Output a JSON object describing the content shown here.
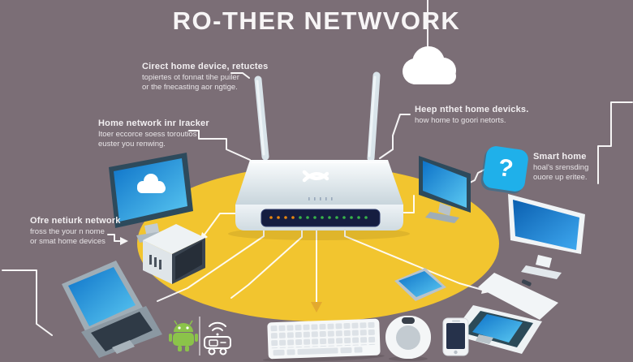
{
  "title": "RO-THER NETWVORK",
  "annotations": {
    "top_left": {
      "heading": "Cirect home device, retuctes",
      "line1": "topiertes ot fonnat tihe puiler",
      "line2": "or the fnecasting aor ngtige."
    },
    "mid_left": {
      "heading": "Home network inr Iracker",
      "line1": "Itoer eccorce soess toroutios",
      "line2": "euster you renwing."
    },
    "lower_left": {
      "heading": "Ofre netiurk network",
      "line1": "fross the your n nome",
      "line2": "or smat home devices"
    },
    "mid_right": {
      "heading": "Heep nthet home devicks.",
      "line1": "how home to goori netorts.",
      "line2": ""
    },
    "far_right": {
      "heading": "Smart home",
      "line1": "hoal's srensding",
      "line2": "ouore up eritee."
    }
  },
  "icons": {
    "question_mark": "?",
    "cloud": "cloud-shape",
    "monitor_cloud": "cloud-on-screen",
    "android": "android-robot",
    "wifi_device": "wifi-rover"
  },
  "colors": {
    "background": "#7b6e76",
    "ellipse": "#f2c52f",
    "accent_blue": "#1fb0ea",
    "screen_blue": "#1d87d8",
    "led_orange": "#e8860f",
    "led_green": "#37b34a",
    "android_green": "#8bc34a",
    "line_white": "#ffffff",
    "arrow_gold": "#e2a72e"
  }
}
